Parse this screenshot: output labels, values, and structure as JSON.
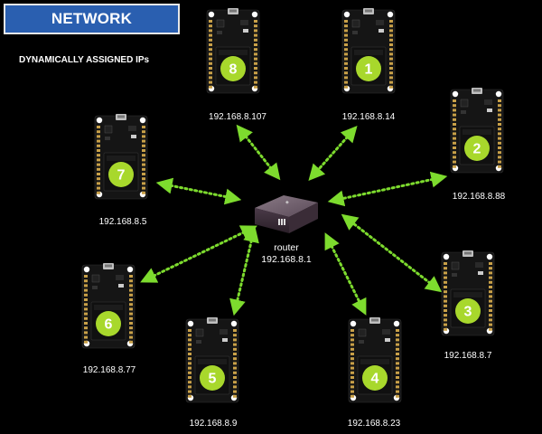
{
  "title": "NETWORK",
  "subtitle": "DYNAMICALLY ASSIGNED IPs",
  "router": {
    "label": "router",
    "ip": "192.168.8.1"
  },
  "nodes": [
    {
      "number": "8",
      "ip": "192.168.8.107"
    },
    {
      "number": "1",
      "ip": "192.168.8.14"
    },
    {
      "number": "2",
      "ip": "192.168.8.88"
    },
    {
      "number": "7",
      "ip": "192.168.8.5"
    },
    {
      "number": "6",
      "ip": "192.168.8.77"
    },
    {
      "number": "3",
      "ip": "192.168.8.7"
    },
    {
      "number": "5",
      "ip": "192.168.8.9"
    },
    {
      "number": "4",
      "ip": "192.168.8.23"
    }
  ],
  "colors": {
    "title_bg": "#2a5fb0",
    "link": "#7ddb2e",
    "module_badge": "#a8d82c",
    "board": "#151515"
  }
}
